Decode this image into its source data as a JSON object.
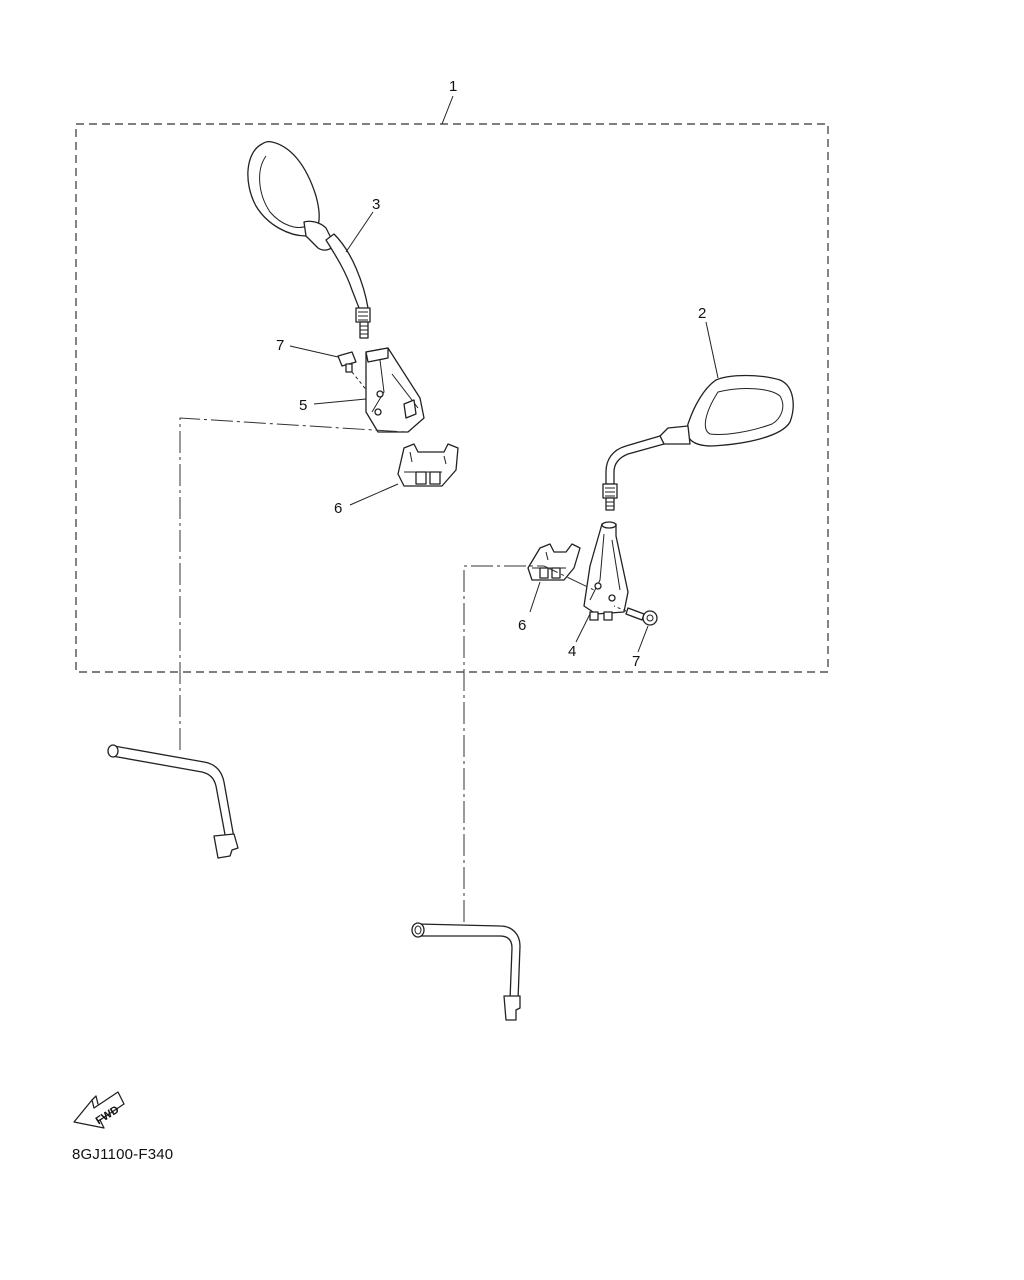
{
  "diagram": {
    "callouts": {
      "kit": "1",
      "mirror_right": "2",
      "mirror_left": "3",
      "stay_right": "4",
      "stay_left": "5",
      "clamp_left": "6",
      "clamp_right": "6",
      "bolt_left": "7",
      "bolt_right": "7"
    },
    "fwd_label": "FWD",
    "diagram_code": "8GJ1100-F340"
  }
}
